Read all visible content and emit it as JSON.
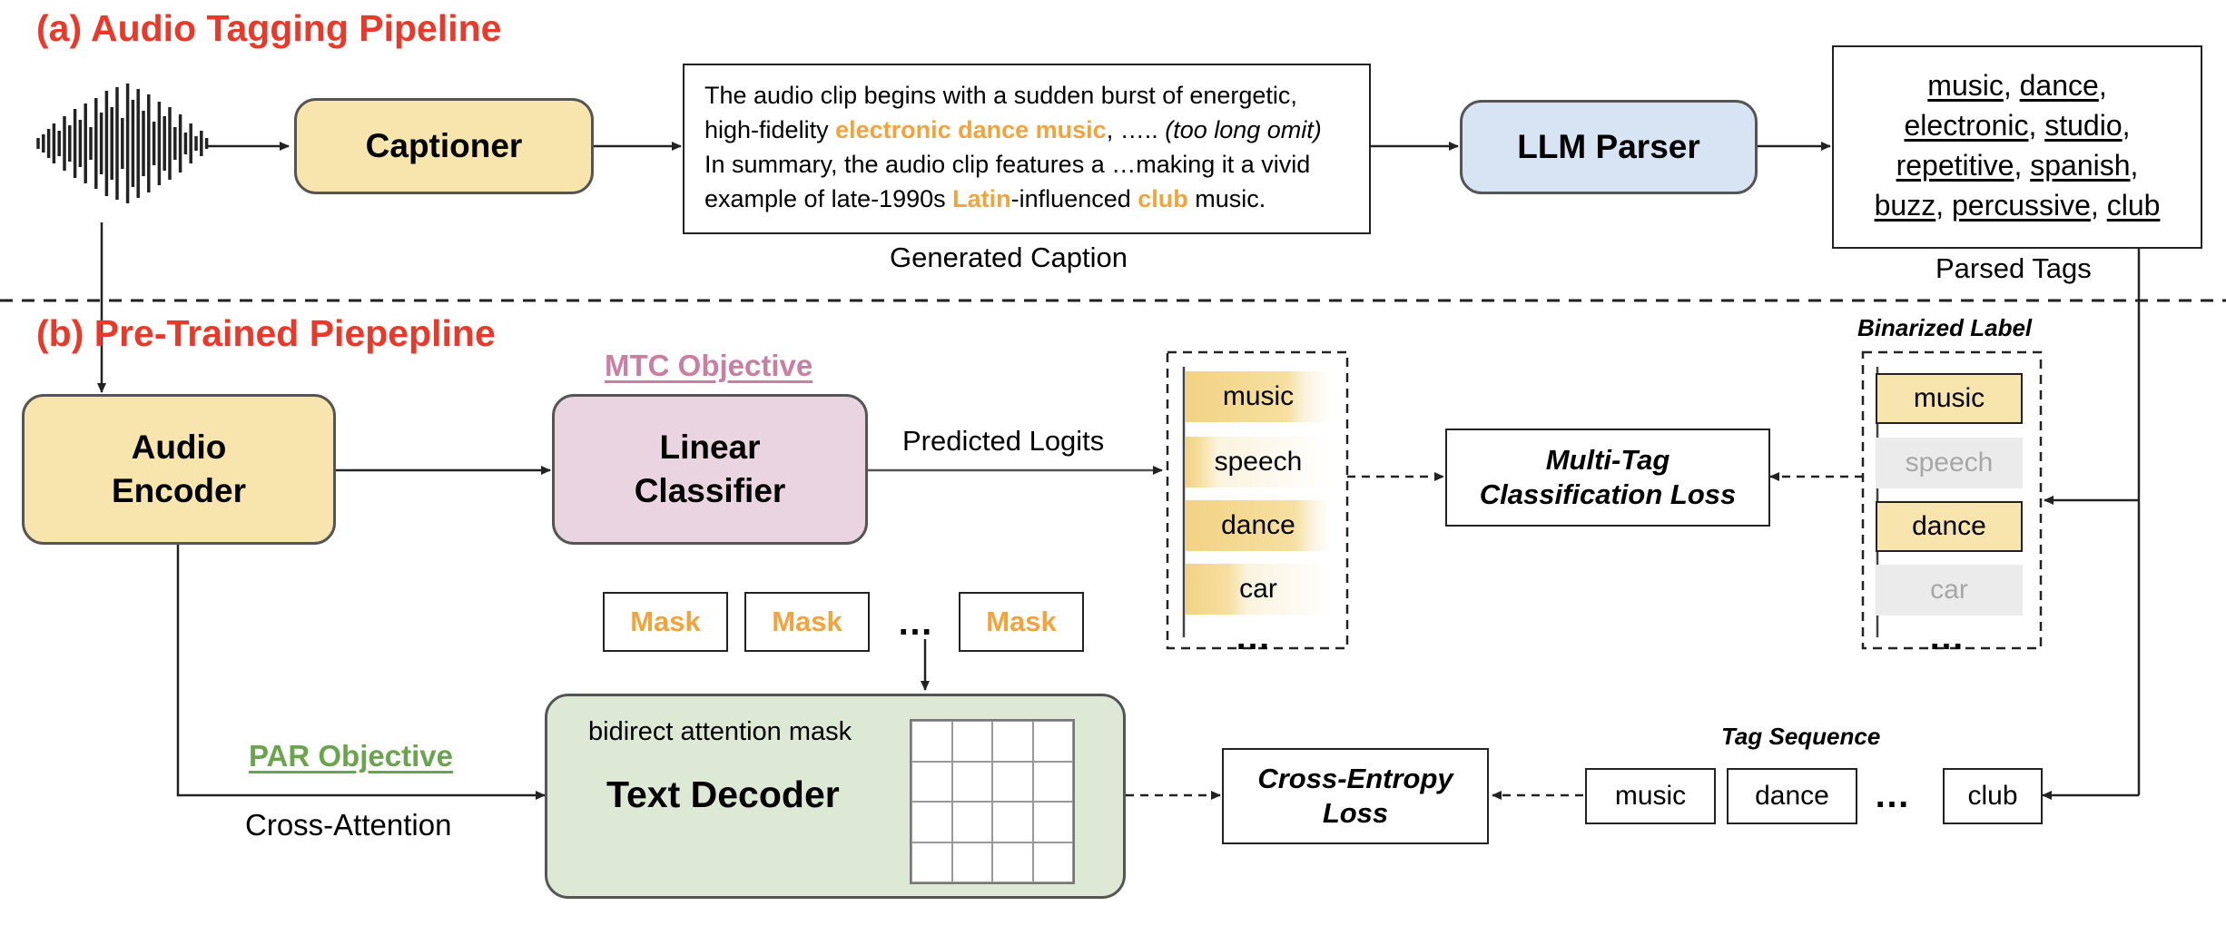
{
  "sections": {
    "a_title": "(a)  Audio Tagging Pipeline",
    "b_title": "(b)  Pre-Trained Piepepline"
  },
  "pipeline_a": {
    "captioner": "Captioner",
    "caption": {
      "line1": "The audio clip begins with a sudden burst of energetic,",
      "line2_pre": "high-fidelity ",
      "line2_hl": "electronic dance music",
      "line2_mid": ", ….. ",
      "line2_it": "(too long omit)",
      "line3": "In summary, the audio clip features a …making it a vivid",
      "line4_pre": "example of late-1990s ",
      "line4_hl1": "Latin",
      "line4_mid": "-influenced ",
      "line4_hl2": "club",
      "line4_post": " music."
    },
    "caption_label": "Generated Caption",
    "llm_parser": "LLM Parser",
    "tags": [
      "music",
      "dance",
      "electronic",
      "studio",
      "repetitive",
      "spanish",
      "buzz",
      "percussive",
      "club"
    ],
    "tags_label": "Parsed Tags"
  },
  "pipeline_b": {
    "audio_encoder_1": "Audio",
    "audio_encoder_2": "Encoder",
    "mtc_objective": "MTC Objective",
    "linear_classifier_1": "Linear",
    "linear_classifier_2": "Classifier",
    "predicted_logits": "Predicted Logits",
    "logits": [
      {
        "label": "music",
        "fill": 0.7
      },
      {
        "label": "speech",
        "fill": 0.1
      },
      {
        "label": "dance",
        "fill": 0.75
      },
      {
        "label": "car",
        "fill": 0.3
      }
    ],
    "logits_more": "…",
    "mtc_loss_1": "Multi-Tag",
    "mtc_loss_2": "Classification Loss",
    "binarized_title": "Binarized Label",
    "binarized": [
      {
        "label": "music",
        "on": true
      },
      {
        "label": "speech",
        "on": false
      },
      {
        "label": "dance",
        "on": true
      },
      {
        "label": "car",
        "on": false
      }
    ],
    "binarized_more": "…",
    "masks": [
      "Mask",
      "Mask",
      "Mask"
    ],
    "mask_ellipsis": "…",
    "attention_mask_label": "bidirect attention mask",
    "text_decoder": "Text Decoder",
    "par_objective": "PAR Objective",
    "cross_attention": "Cross-Attention",
    "ce_loss_1": "Cross-Entropy",
    "ce_loss_2": "Loss",
    "tag_sequence_title": "Tag Sequence",
    "tag_sequence": [
      "music",
      "dance",
      "club"
    ],
    "tag_sequence_ellipsis": "…"
  },
  "colors": {
    "title_red": "#e8392b",
    "highlight_orange": "#f2a33c",
    "captioner_fill": "#f8e4ad",
    "llm_fill": "#d6e4f3",
    "classifier_fill": "#e9d4df",
    "decoder_fill": "#dde9d4",
    "mtc_purple": "#c87fa1",
    "par_green": "#6ba44f"
  }
}
